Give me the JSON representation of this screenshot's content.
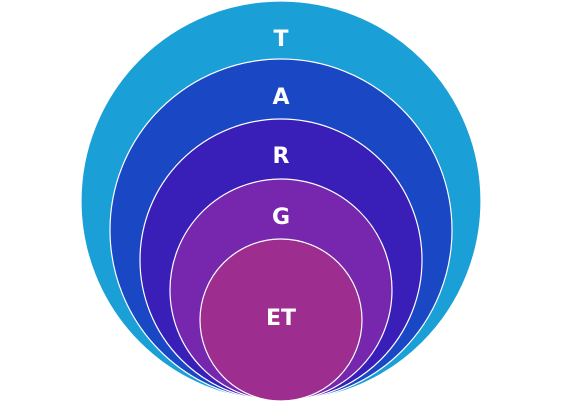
{
  "diagram": {
    "rings": [
      {
        "label": "T",
        "color": "#1a9fd6"
      },
      {
        "label": "A",
        "color": "#1a47c4"
      },
      {
        "label": "R",
        "color": "#391eb8"
      },
      {
        "label": "G",
        "color": "#7627ad"
      },
      {
        "label": "ET",
        "color": "#9e2d90"
      }
    ],
    "stroke_color": "#ffffff"
  }
}
